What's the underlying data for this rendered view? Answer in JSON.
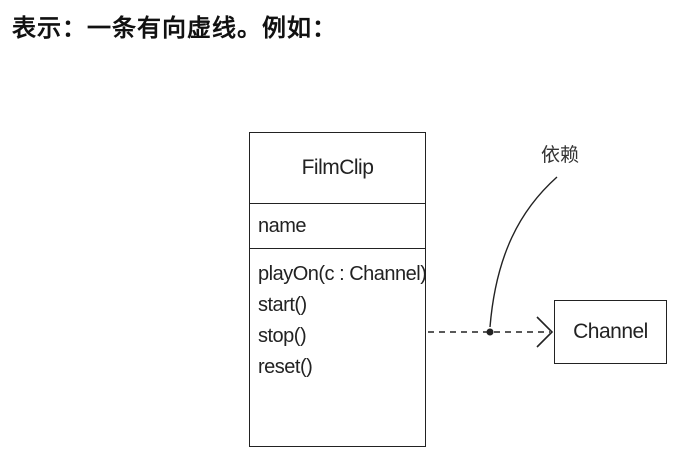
{
  "heading": "表示：一条有向虚线。例如：",
  "diagram": {
    "class_box": {
      "name": "FilmClip",
      "attributes": [
        "name"
      ],
      "operations": [
        "playOn(c : Channel)",
        "start()",
        "stop()",
        "reset()"
      ]
    },
    "target_box": {
      "name": "Channel"
    },
    "relationship_label": "依赖",
    "relationship_type": "dependency",
    "line_style": "dashed",
    "arrow_head": "open"
  }
}
